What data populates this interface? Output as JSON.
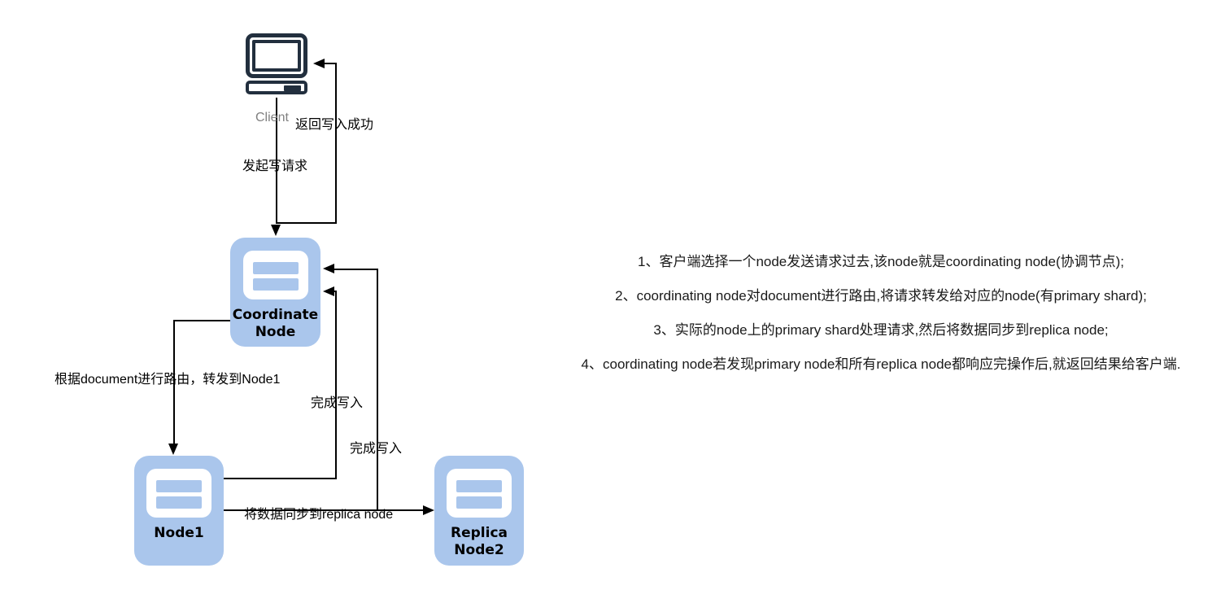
{
  "colors": {
    "node_fill": "#aac6ec",
    "icon_dark": "#222f3e",
    "line": "#000000",
    "client_label": "#808080",
    "note_text": "#1a1a1a"
  },
  "diagram": {
    "client": {
      "label": "Client"
    },
    "nodes": {
      "coordinate": {
        "line1": "Coordinate",
        "line2": "Node"
      },
      "node1": {
        "line1": "Node1"
      },
      "replica": {
        "line1": "Replica",
        "line2": "Node2"
      }
    },
    "edges": {
      "send_request": "发起写请求",
      "return_success": "返回写入成功",
      "route_to_node1": "根据document进行路由，转发到Node1",
      "write_done_1": "完成写入",
      "write_done_2": "完成写入",
      "sync_replica": "将数据同步到replica node"
    }
  },
  "notes": {
    "lines": [
      "1、客户端选择一个node发送请求过去,该node就是coordinating node(协调节点);",
      "2、coordinating node对document进行路由,将请求转发给对应的node(有primary shard);",
      "3、实际的node上的primary shard处理请求,然后将数据同步到replica node;",
      "4、coordinating node若发现primary node和所有replica node都响应完操作后,就返回结果给客户端."
    ]
  }
}
